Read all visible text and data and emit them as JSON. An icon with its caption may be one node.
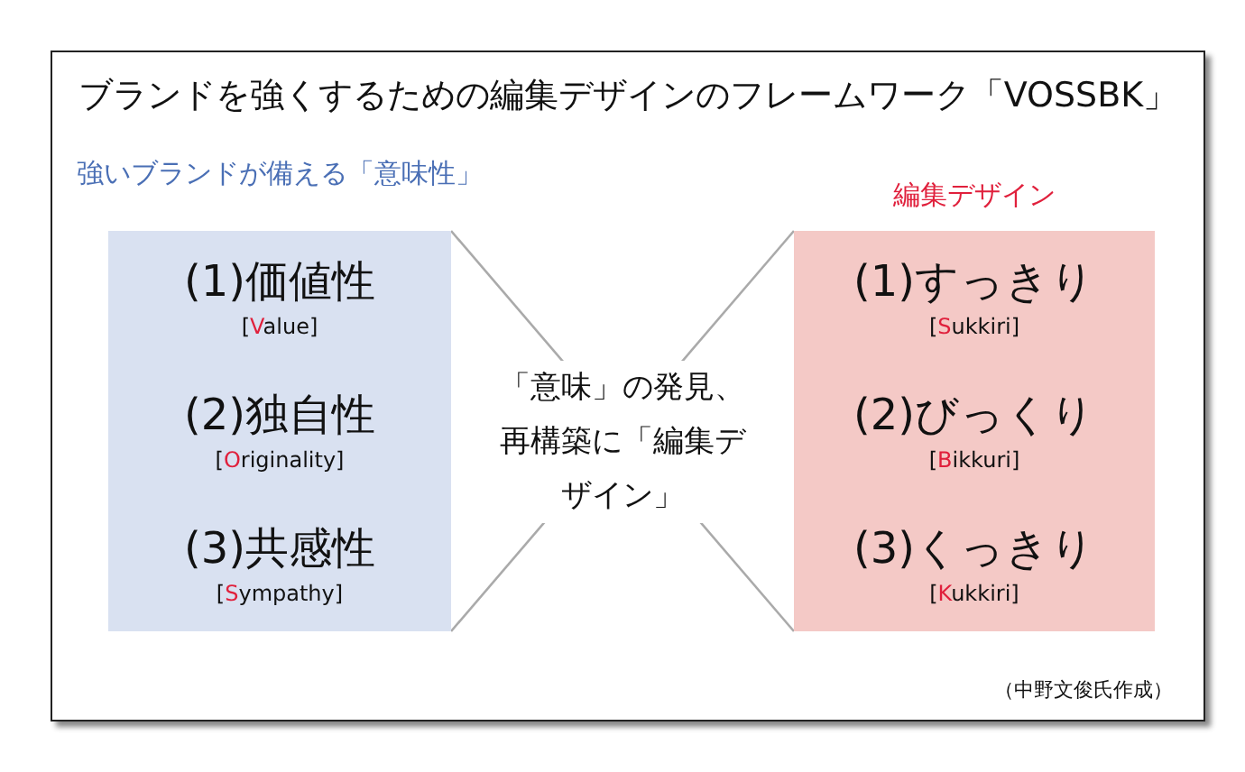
{
  "diagram": {
    "title": "ブランドを強くするための編集デザインのフレームワーク「VOSSBK」",
    "nodes": [
      {
        "text": [
          "強いブランドが備える「意味性」",
          "(1)価値性",
          "[Value]",
          "(2)独自性",
          "[Originality]",
          "(3)共感性",
          "[Sympathy]"
        ]
      },
      {
        "text": [
          "編集デザイン",
          "(1)すっきり",
          "[Sukkiri]",
          "(2)びっくり",
          "[Bikkuri]",
          "(3)くっきり",
          "[Kukkiri]"
        ]
      }
    ],
    "edges": [
      {
        "from": 0,
        "to": 1,
        "arrow": "none"
      },
      {
        "from": 0,
        "to": 1,
        "arrow": "none"
      }
    ],
    "labels": [
      "「意味」の発見、再構築に「編集デザイン」"
    ],
    "caption": "（中野文俊氏作成）"
  }
}
